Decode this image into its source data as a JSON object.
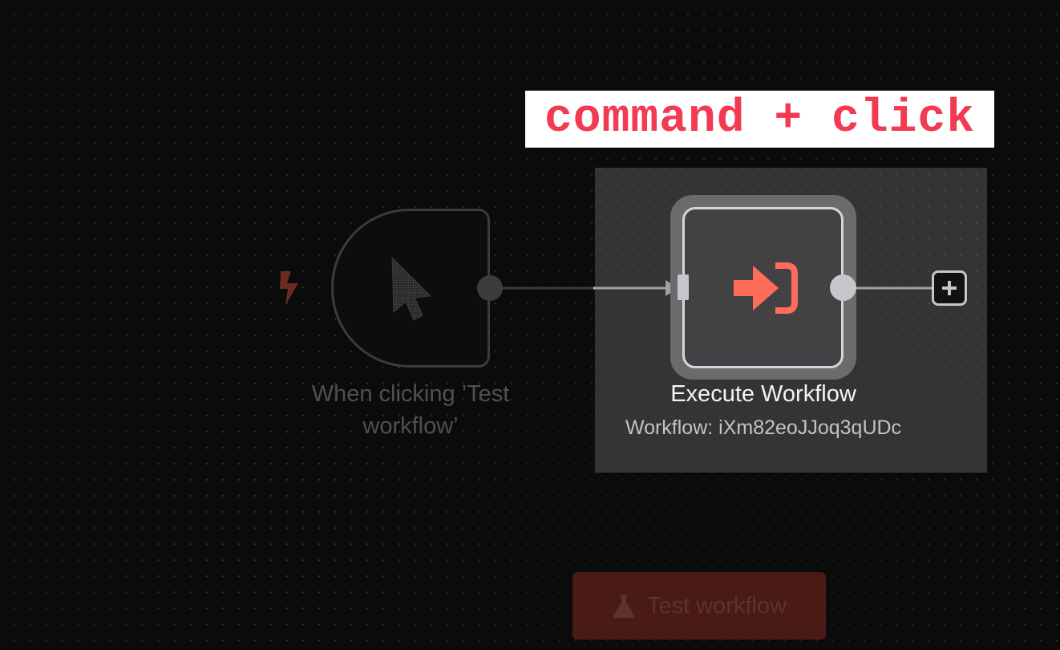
{
  "annotation": {
    "text": "command + click",
    "color": "#f23b52"
  },
  "trigger_node": {
    "label": "When clicking ’Test workflow’",
    "icon": "mouse-pointer-icon",
    "badge_icon": "lightning-bolt-icon",
    "badge_color": "#6b2a22",
    "state": "disabled"
  },
  "execute_node": {
    "title": "Execute Workflow",
    "subtitle": "Workflow: iXm82eoJJoq3qUDc",
    "icon": "sign-in-arrow-icon",
    "icon_color": "#ff6d5a",
    "selected": true
  },
  "add_node": {
    "icon": "plus-icon"
  },
  "test_button": {
    "label": "Test workflow",
    "icon": "flask-icon",
    "background": "#4a1a17",
    "state": "disabled"
  }
}
